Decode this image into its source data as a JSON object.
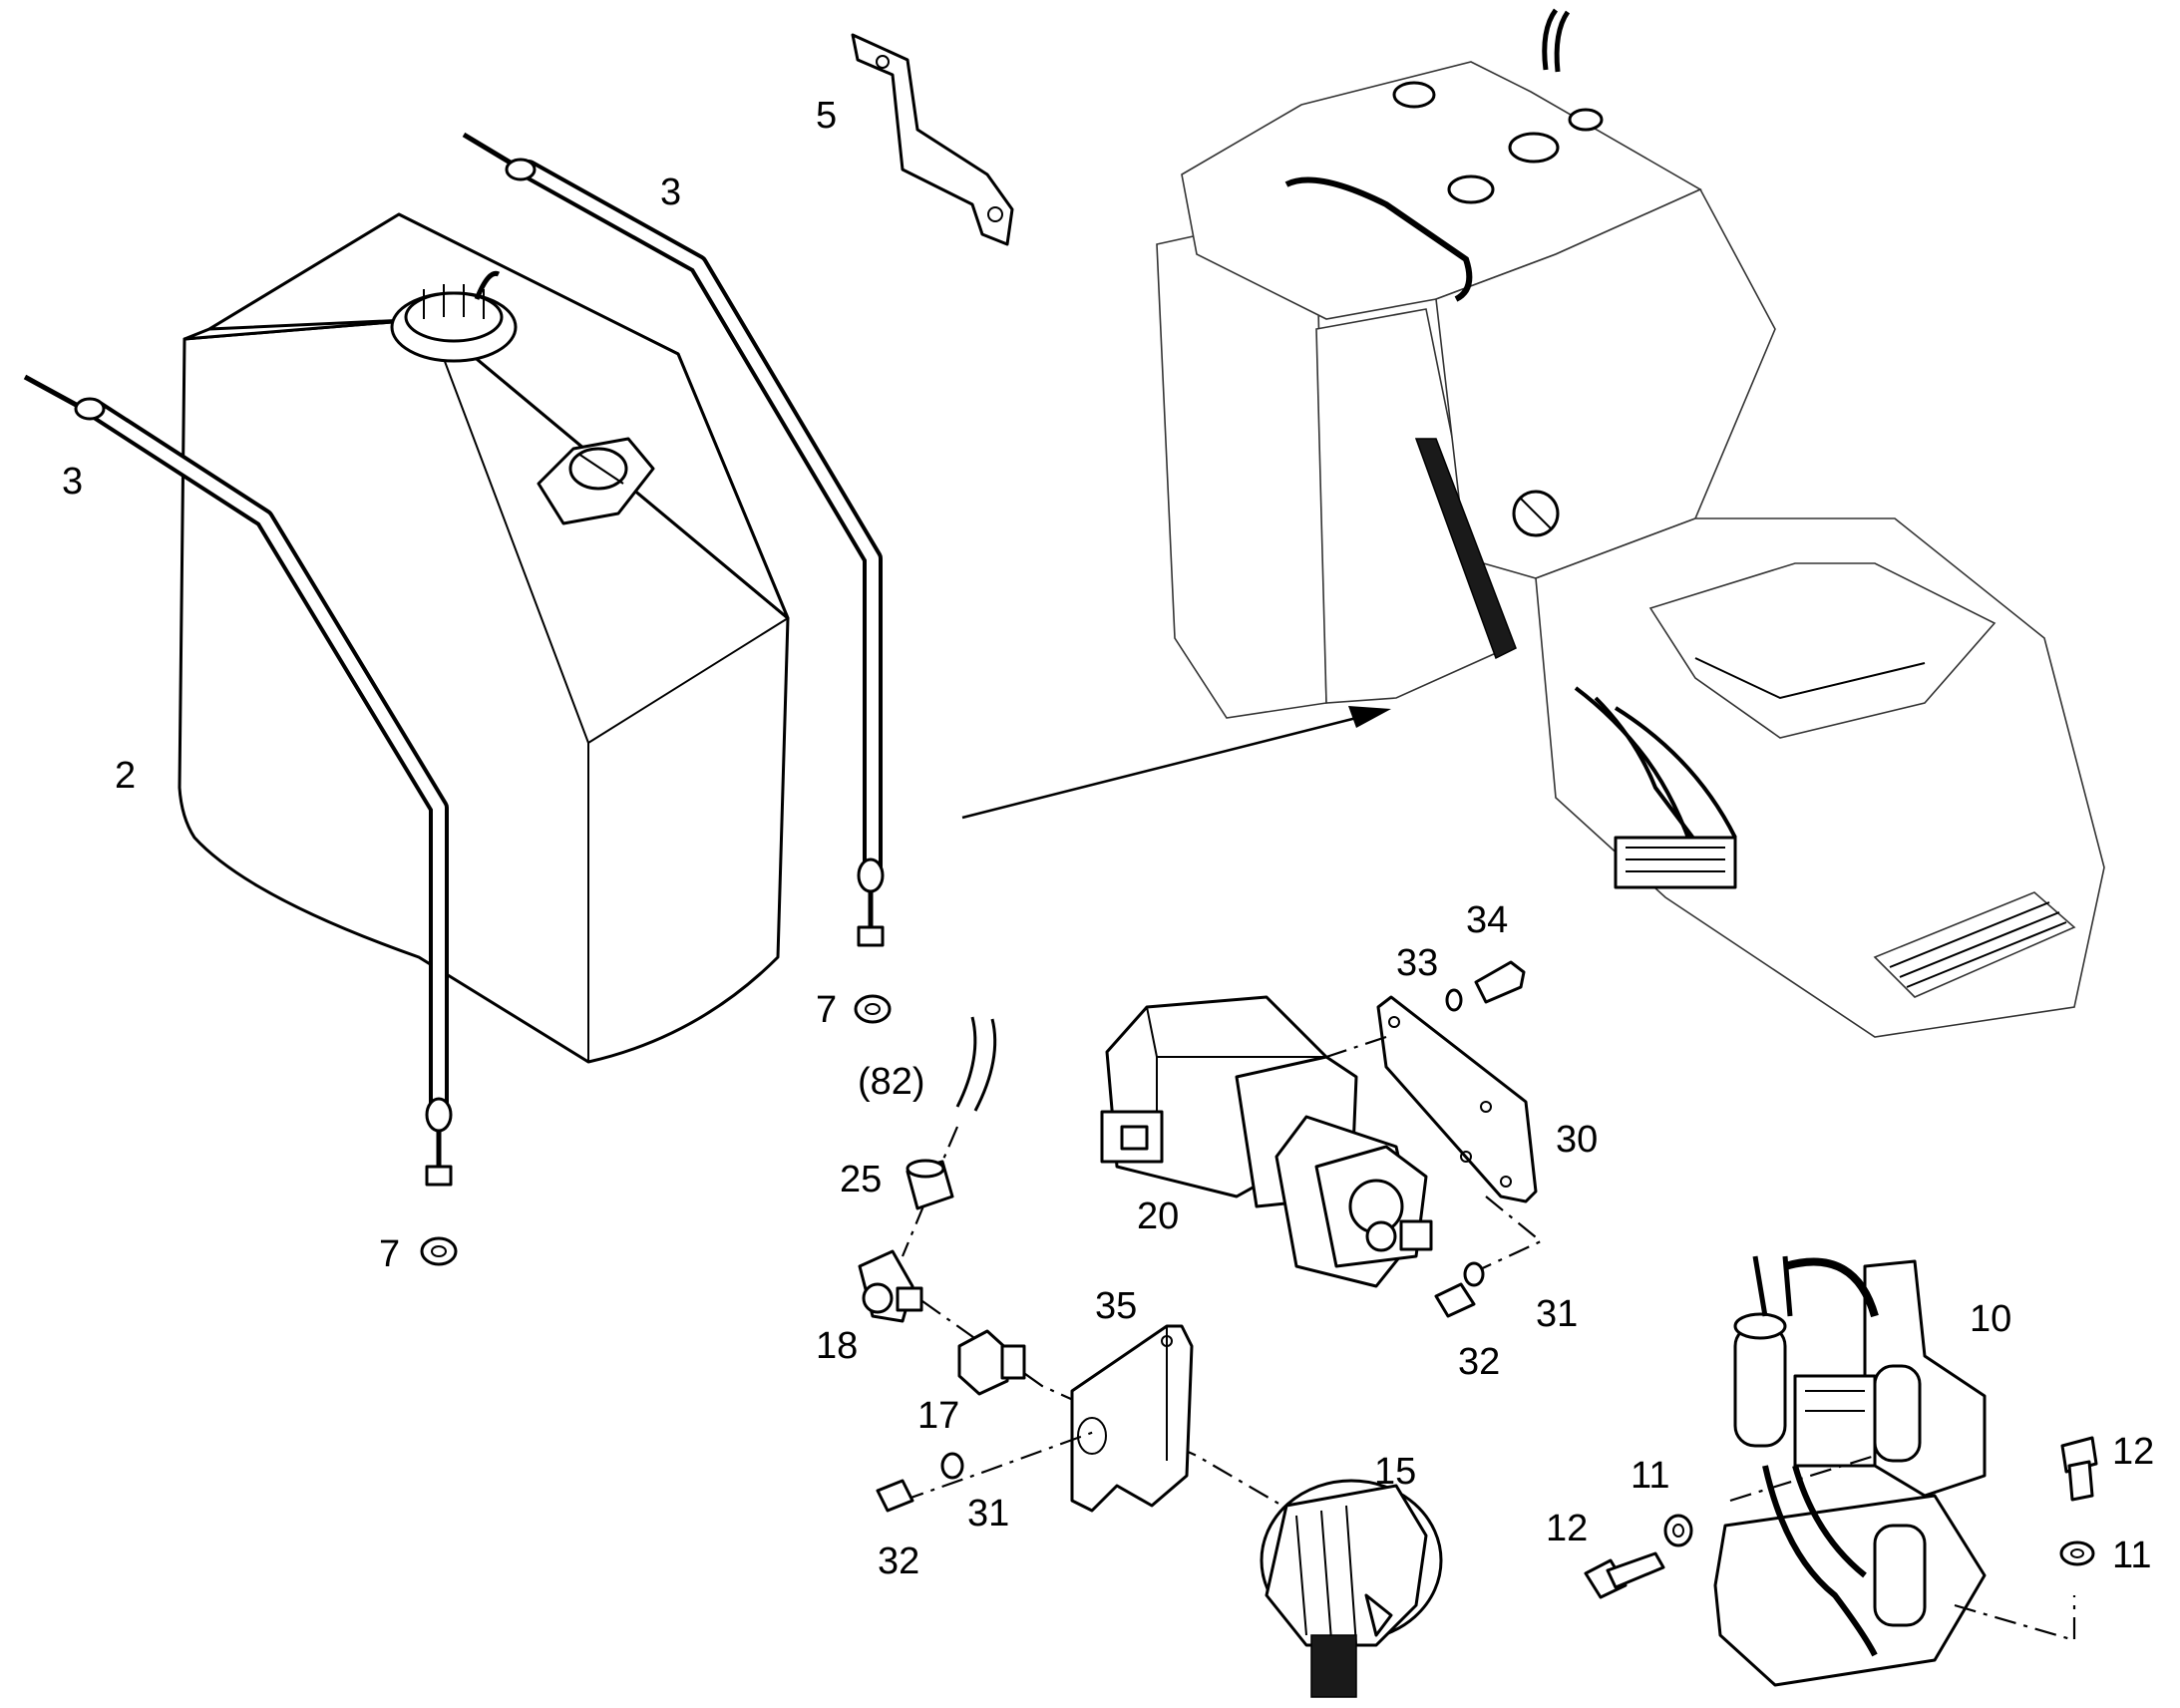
{
  "callouts": {
    "c2": "2",
    "c3_left": "3",
    "c3_right": "3",
    "c5": "5",
    "c7_upper": "7",
    "c7_lower": "7",
    "c82": "(82)",
    "c25": "25",
    "c18": "18",
    "c17": "17",
    "c20": "20",
    "c30": "30",
    "c31_right": "31",
    "c32_right": "32",
    "c31_left": "31",
    "c32_left": "32",
    "c33": "33",
    "c34": "34",
    "c35": "35",
    "c15": "15",
    "c10": "10",
    "c11_mid": "11",
    "c12_mid": "12",
    "c12_right": "12",
    "c11_right": "11"
  }
}
